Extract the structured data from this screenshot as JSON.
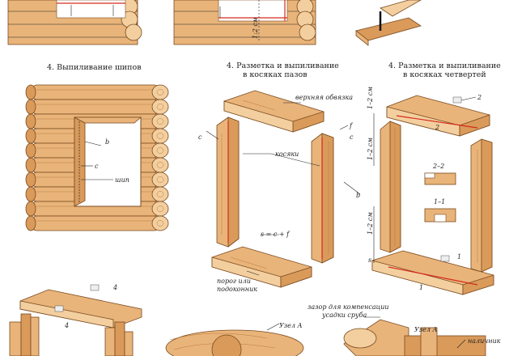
{
  "captions": {
    "step4_tenons": "4. Выпиливание шипов",
    "step4_grooves_line1": "4. Разметка и выпиливание",
    "step4_grooves_line2": "в косяках пазов",
    "step4_quarters_line1": "4. Разметка и выпиливание",
    "step4_quarters_line2": "в косяках четвертей"
  },
  "labels": {
    "b": "b",
    "c": "c",
    "ship": "шип",
    "verkhnyaya_obvyazka": "верхняя обвязка",
    "kosyaki": "косяки",
    "porog_line1": "порог или",
    "porog_line2": "подоконник",
    "formula": "s = c + f",
    "f": "f",
    "dim_1_2_sm": "1–2 см",
    "dim_1_2": "1:2 см",
    "s": "s",
    "mark_2": "2",
    "mark_1": "1",
    "mark_4": "4",
    "section_2_2": "2–2",
    "section_1_1": "1–1",
    "zazor_line1": "зазор для компенсации",
    "zazor_line2": "усадки сруба",
    "uzel_a": "Узел А",
    "nalichnik": "наличник"
  },
  "colors": {
    "wood": "#e9b47a",
    "wood_dark": "#d99a5a",
    "wood_light": "#f3cf9f",
    "outline": "#7a4a1e",
    "marking": "#d62a1e"
  }
}
